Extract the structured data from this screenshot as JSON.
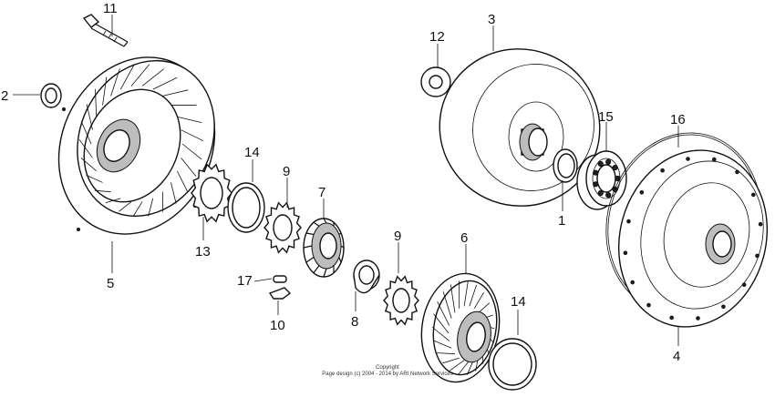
{
  "callouts": [
    {
      "id": "c1",
      "text": "1"
    },
    {
      "id": "c2",
      "text": "2"
    },
    {
      "id": "c3",
      "text": "3"
    },
    {
      "id": "c4",
      "text": "4"
    },
    {
      "id": "c5",
      "text": "5"
    },
    {
      "id": "c6",
      "text": "6"
    },
    {
      "id": "c7",
      "text": "7"
    },
    {
      "id": "c8",
      "text": "8"
    },
    {
      "id": "c9a",
      "text": "9"
    },
    {
      "id": "c9b",
      "text": "9"
    },
    {
      "id": "c10",
      "text": "10"
    },
    {
      "id": "c11",
      "text": "11"
    },
    {
      "id": "c12",
      "text": "12"
    },
    {
      "id": "c13",
      "text": "13"
    },
    {
      "id": "c14a",
      "text": "14"
    },
    {
      "id": "c14b",
      "text": "14"
    },
    {
      "id": "c15",
      "text": "15"
    },
    {
      "id": "c16",
      "text": "16"
    },
    {
      "id": "c17",
      "text": "17"
    }
  ],
  "copyright": {
    "line1": "Copyright",
    "line2": "Page design (c) 2004 - 2014 by ARI Network Services"
  }
}
